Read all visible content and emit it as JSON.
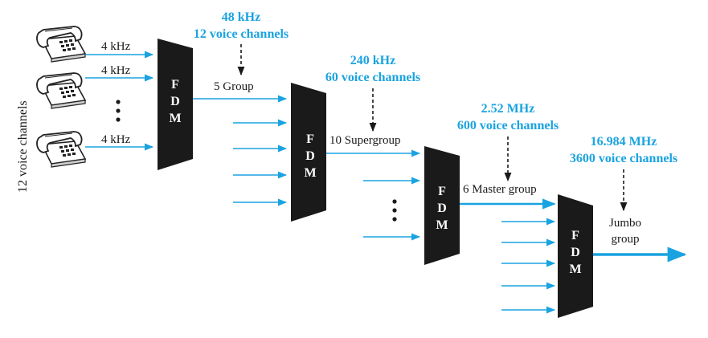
{
  "colors": {
    "accent": "#1aa3e0",
    "mux_fill": "#1a1a1a",
    "text": "#1a1a1a",
    "phone": "#222222"
  },
  "icons": {
    "telephone": "telephone-icon",
    "ellipsis": "vertical-ellipsis-icon"
  },
  "side_label": "12 voice channels",
  "phone_rates": [
    "4 kHz",
    "4 kHz",
    "4 kHz"
  ],
  "levels": [
    {
      "mux_label": [
        "F",
        "D",
        "M"
      ],
      "output_label": "5 Group",
      "note_freq": "48 kHz",
      "note_channels": "12 voice channels"
    },
    {
      "mux_label": [
        "F",
        "D",
        "M"
      ],
      "output_label": "10 Supergroup",
      "note_freq": "240 kHz",
      "note_channels": "60 voice channels"
    },
    {
      "mux_label": [
        "F",
        "D",
        "M"
      ],
      "output_label": "6 Master group",
      "note_freq": "2.52 MHz",
      "note_channels": "600 voice channels"
    },
    {
      "mux_label": [
        "F",
        "D",
        "M"
      ],
      "output_label_lines": [
        "Jumbo",
        "group"
      ],
      "note_freq": "16.984 MHz",
      "note_channels": "3600 voice channels"
    }
  ]
}
